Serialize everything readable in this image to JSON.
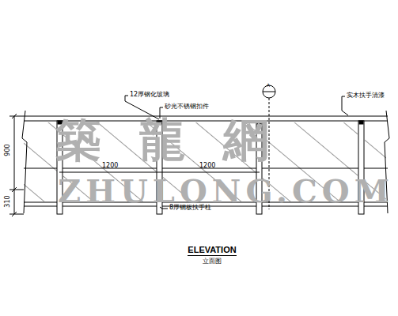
{
  "diagram": {
    "title": "ELEVATION",
    "caption": "立面图",
    "labels": [
      "12厚钢化玻璃",
      "砂光不锈钢扣件",
      "A",
      "实木扶手清漆",
      "900",
      "310",
      "1200",
      "1200",
      "8厚钢板扶手柱",
      "築龍網",
      "ZHULONG.COM"
    ]
  }
}
